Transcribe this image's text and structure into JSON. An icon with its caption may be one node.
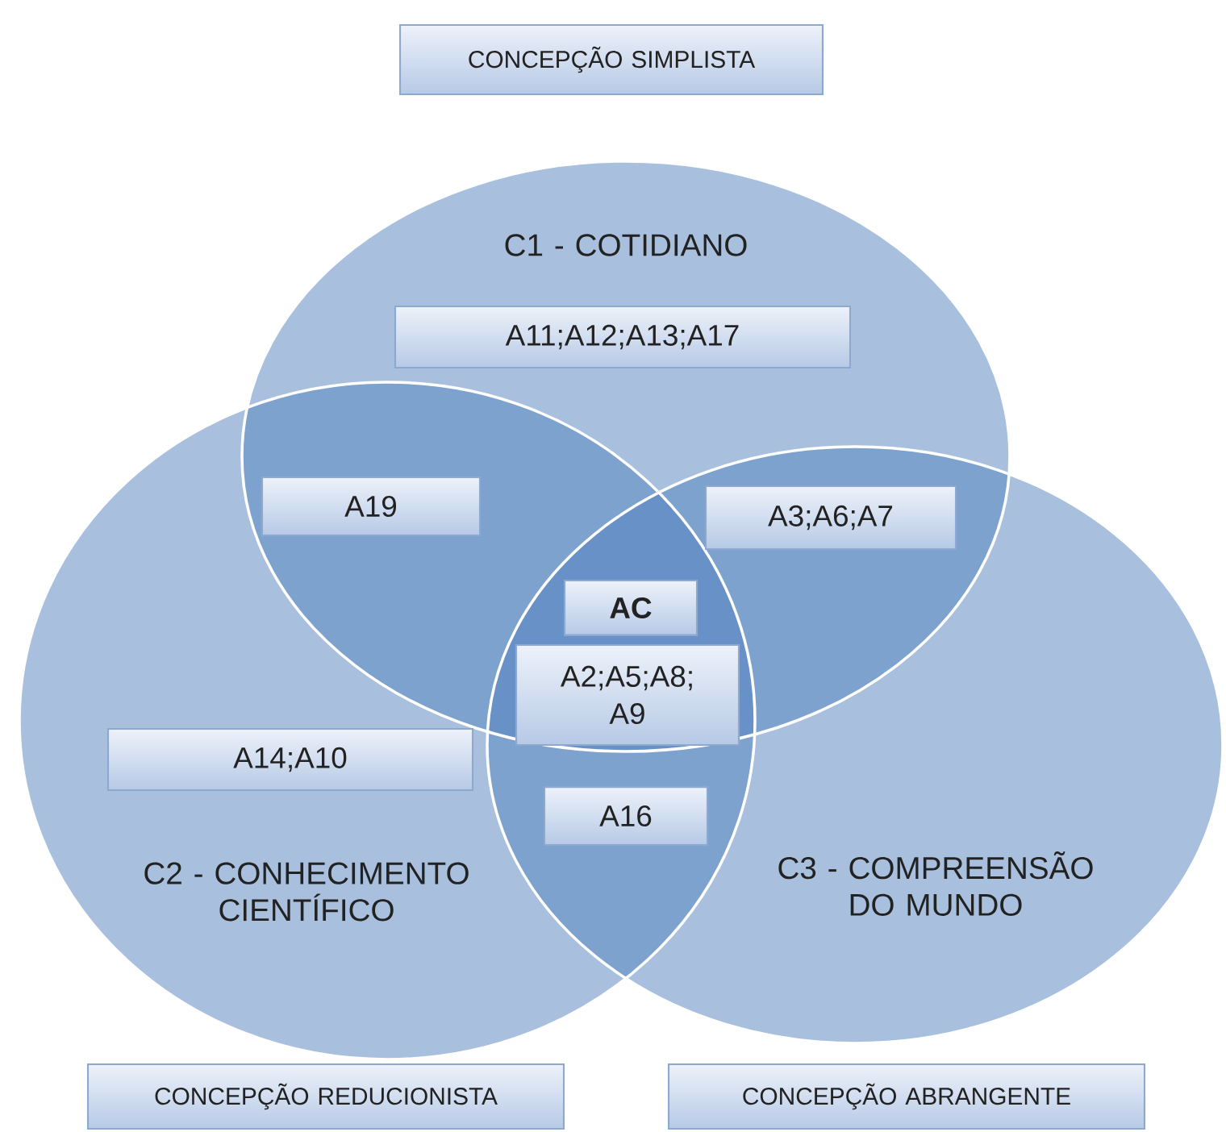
{
  "diagram": {
    "nodes": [
      {
        "text": [
          "CONCEPÇÃO SIMPLISTA"
        ]
      },
      {
        "text": [
          "C1 - COTIDIANO"
        ]
      },
      {
        "text": [
          "C2 - CONHECIMENTO CIENTÍFICO"
        ]
      },
      {
        "text": [
          "C3 - COMPREENSÃO DO MUNDO"
        ]
      },
      {
        "text": [
          "A11;A12;A13;A17"
        ],
        "in": 1
      },
      {
        "text": [
          "A19"
        ]
      },
      {
        "text": [
          "A3;A6;A7"
        ]
      },
      {
        "text": [
          "AC"
        ]
      },
      {
        "text": [
          "A2;A5;A8; A9"
        ]
      },
      {
        "text": [
          "A14;A10"
        ],
        "in": 2
      },
      {
        "text": [
          "A16"
        ]
      },
      {
        "text": [
          "CONCEPÇÃO REDUCIONISTA"
        ]
      },
      {
        "text": [
          "CONCEPÇÃO ABRANGENTE"
        ]
      }
    ]
  }
}
